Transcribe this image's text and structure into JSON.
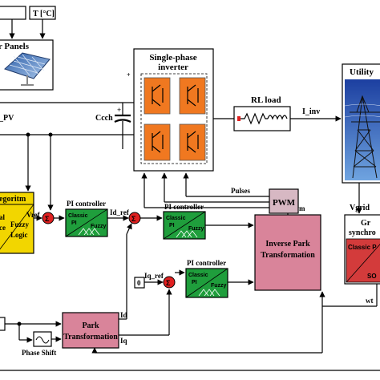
{
  "inputs": {
    "temperature": "T [°C]"
  },
  "panels": {
    "title": "r Panels",
    "pv_label": "_PV"
  },
  "capacitor": {
    "label": "Ccch"
  },
  "inverter": {
    "title_line1": "Single-phase",
    "title_line2": "inverter"
  },
  "rl_load": {
    "label": "RL load",
    "current": "I_inv"
  },
  "utility": {
    "title": "Utility",
    "vgrid": "Vgrid"
  },
  "algorithm": {
    "title": "egoritm",
    "line1": "al",
    "line2": "ce",
    "fuzzy1": "Fuzzy",
    "fuzzy2": "Logic"
  },
  "signals": {
    "vref": "Vref",
    "id_ref": "Id_ref",
    "iq_ref": "Iq_ref",
    "id": "Id",
    "iq": "Iq",
    "vpwm": "Vpwm",
    "pulses": "Pulses",
    "wt": "wt",
    "zero": "0"
  },
  "pi_controllers": [
    {
      "title": "PI controller",
      "classic": "Classic",
      "pi": "PI",
      "fuzzy": "Fuzzy"
    },
    {
      "title": "PI controller",
      "classic": "Classic",
      "pi": "PI",
      "fuzzy": "Fuzzy"
    },
    {
      "title": "PI controller",
      "classic": "Classic",
      "pi": "PI",
      "fuzzy": "Fuzzy"
    }
  ],
  "pwm": {
    "label": "PWM"
  },
  "inverse_park": {
    "line1": "Inverse Park",
    "line2": "Transformation"
  },
  "park": {
    "line1": "Park",
    "line2": "Transformation"
  },
  "phase_shift": {
    "label": "Phase Shift"
  },
  "grid_sync": {
    "line1": "Gr",
    "line2": "synchro",
    "classic": "Classic P",
    "sog": "SO"
  },
  "colors": {
    "panel_block": "#f2d600",
    "pi_block": "#1f9e3c",
    "transform_block": "#d9849a",
    "pwm_block": "#d7b8c3",
    "sync_block": "#d33b3b",
    "sum_junction": "#e02020",
    "igbt": "#f07820"
  }
}
